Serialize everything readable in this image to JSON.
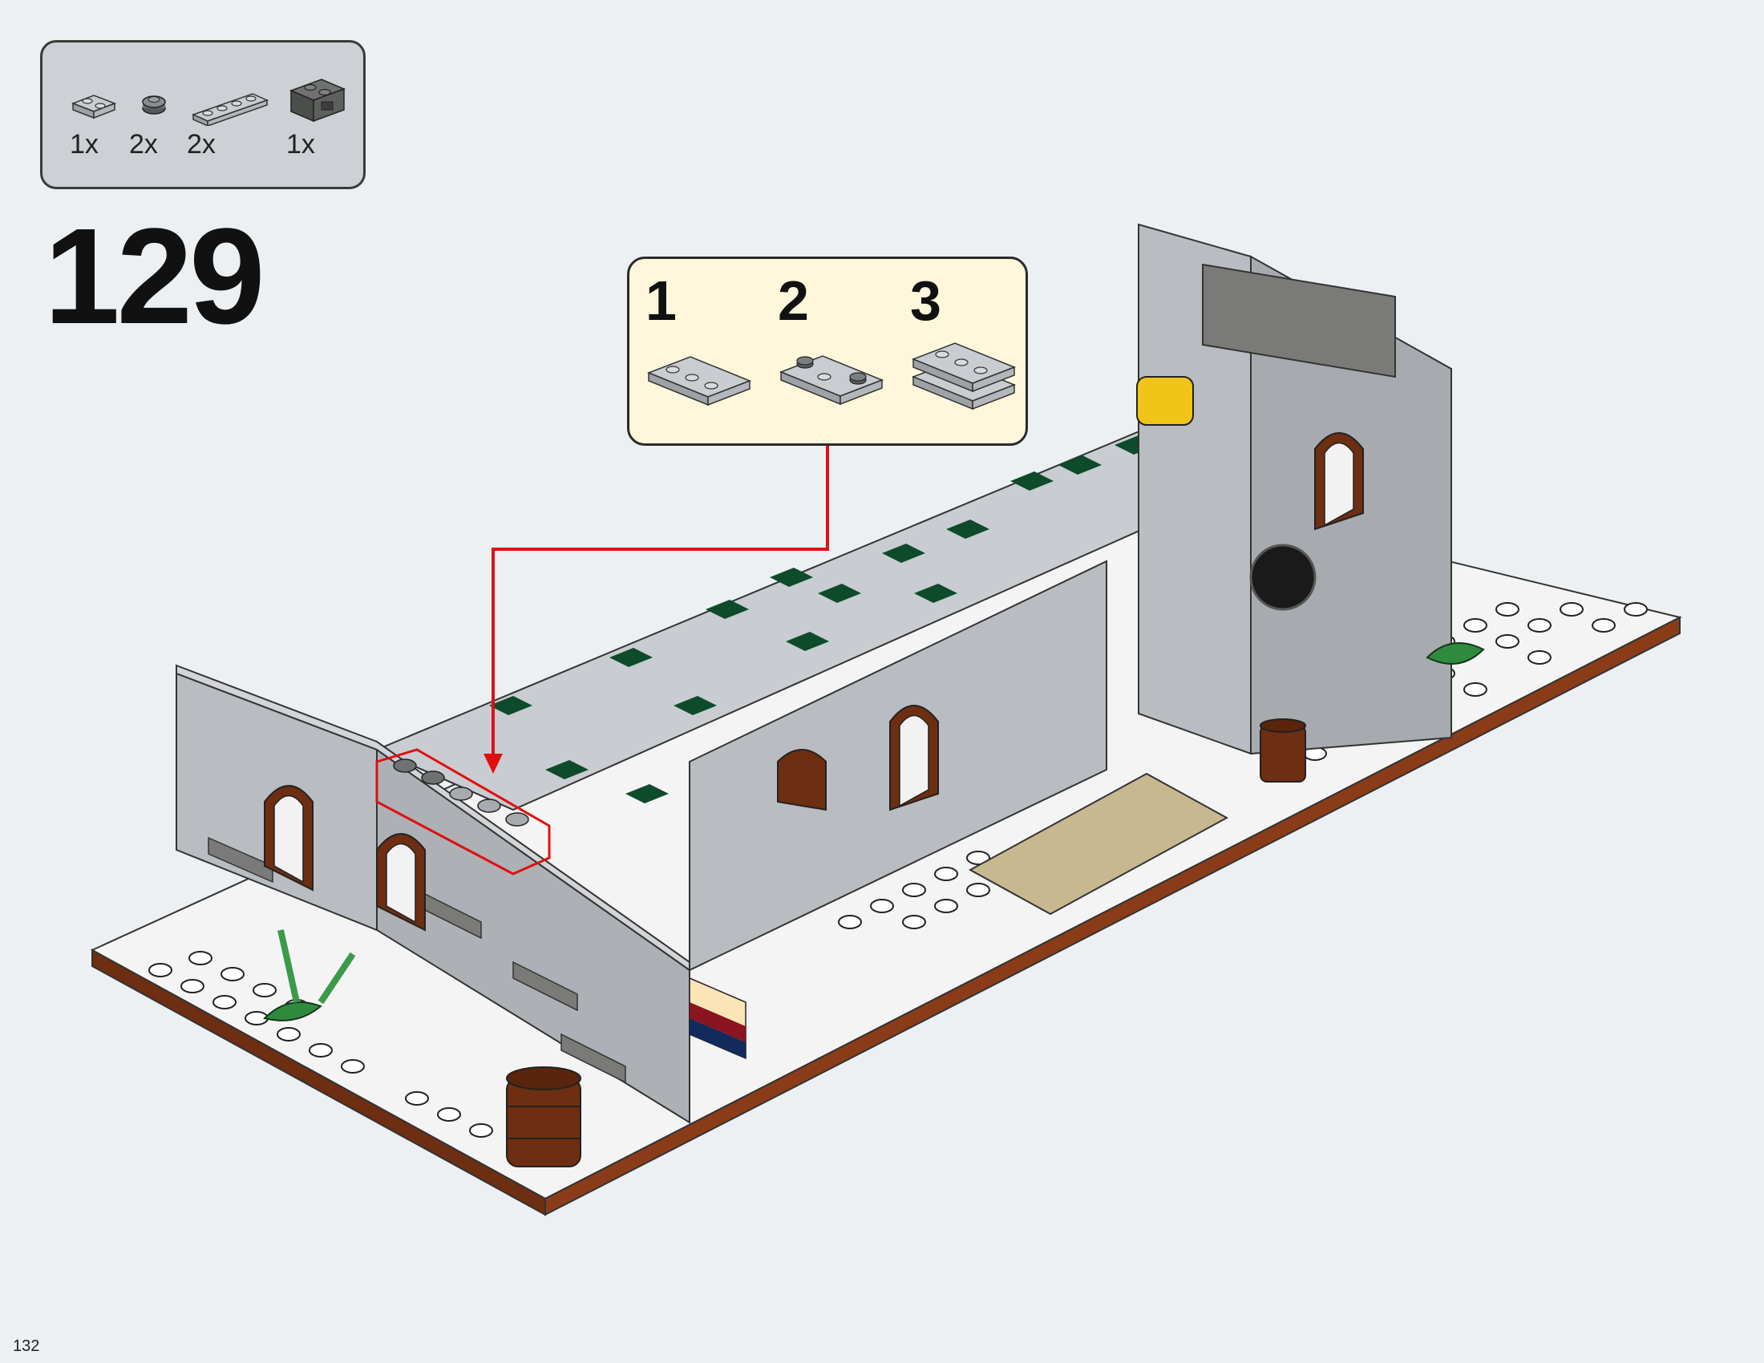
{
  "parts_list": [
    {
      "qty": "1x",
      "icon": "plate-1x2-light-gray-icon"
    },
    {
      "qty": "2x",
      "icon": "round-plate-1x1-dark-gray-icon"
    },
    {
      "qty": "2x",
      "icon": "plate-1x4-light-gray-icon"
    },
    {
      "qty": "1x",
      "icon": "brick-modified-dark-gray-icon"
    }
  ],
  "step_number": "129",
  "sub_steps": [
    {
      "number": "1",
      "icon": "plate-1x4-icon"
    },
    {
      "number": "2",
      "icon": "plate-with-round-plates-icon"
    },
    {
      "number": "3",
      "icon": "stacked-plates-icon"
    }
  ],
  "page_number": "132",
  "colors": {
    "background": "#edf0f3",
    "callout_bg": "#fff7dc",
    "highlight": "#e01010",
    "light_gray": "#b9bdc1",
    "dark_gray": "#7a7b78",
    "dark_green": "#0e4a2c",
    "reddish_brown": "#6d2e12"
  }
}
